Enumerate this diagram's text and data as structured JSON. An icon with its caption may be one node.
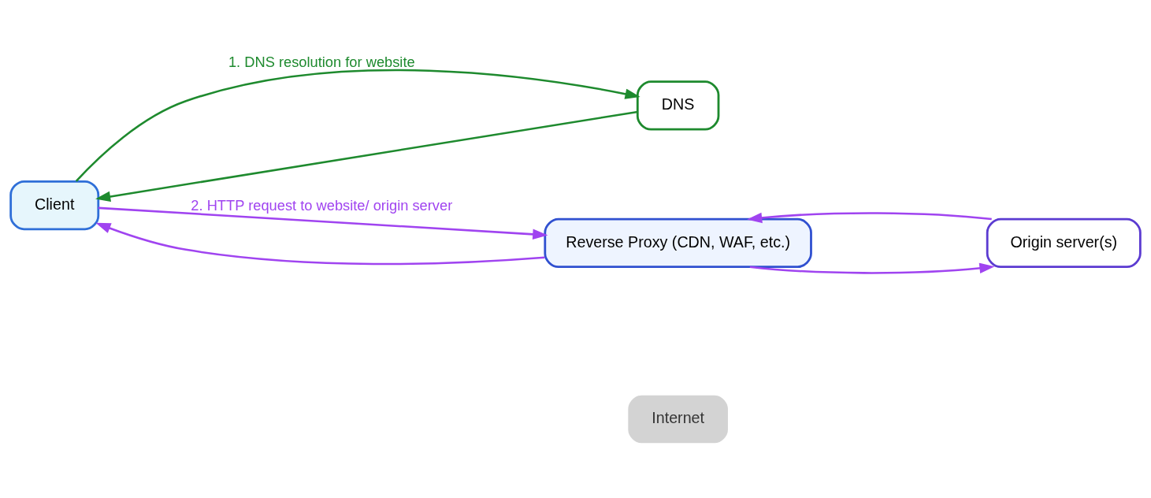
{
  "diagram": {
    "nodes": [
      {
        "text": [
          "Client"
        ]
      },
      {
        "text": [
          "DNS"
        ]
      },
      {
        "text": [
          "Reverse Proxy (CDN, WAF, etc.)"
        ]
      },
      {
        "text": [
          "Origin server(s)"
        ]
      }
    ],
    "edges": [
      {
        "from": 0,
        "to": 1,
        "arrow": "to",
        "label": "1. DNS resolution for website",
        "color": "#1e8a2e"
      },
      {
        "from": 1,
        "to": 0,
        "arrow": "to",
        "color": "#1e8a2e"
      },
      {
        "from": 0,
        "to": 2,
        "arrow": "to",
        "label": "2. HTTP request to website/ origin server"
      },
      {
        "from": 2,
        "to": 0,
        "arrow": "to"
      },
      {
        "from": 2,
        "to": 3,
        "arrow": "to"
      },
      {
        "from": 3,
        "to": 2,
        "arrow": "to"
      }
    ],
    "labels": [
      "Internet"
    ]
  }
}
